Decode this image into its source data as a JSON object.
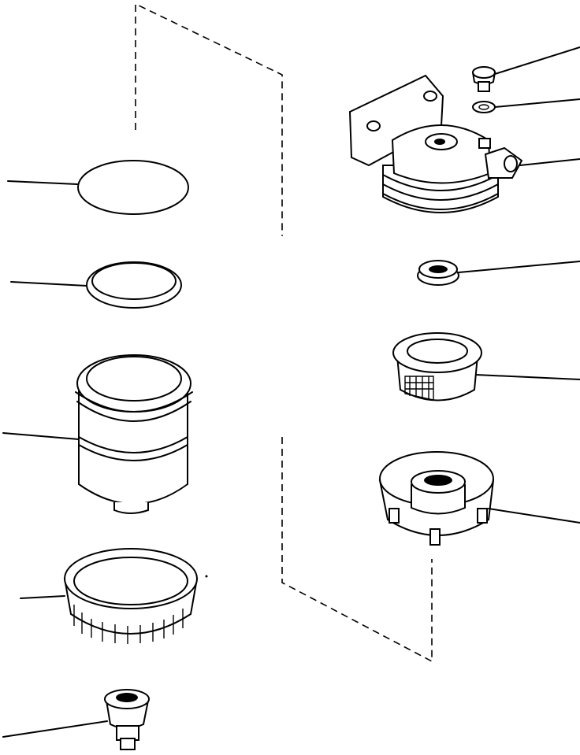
{
  "diagram": {
    "type": "exploded-parts-view",
    "parts": [
      {
        "name": "o-ring-large"
      },
      {
        "name": "seal-ring"
      },
      {
        "name": "filter-cartridge"
      },
      {
        "name": "retaining-ring-nut"
      },
      {
        "name": "drain-valve"
      },
      {
        "name": "vent-plug"
      },
      {
        "name": "washer"
      },
      {
        "name": "filter-head"
      },
      {
        "name": "grommet"
      },
      {
        "name": "strainer"
      },
      {
        "name": "bowl-cap"
      }
    ]
  }
}
